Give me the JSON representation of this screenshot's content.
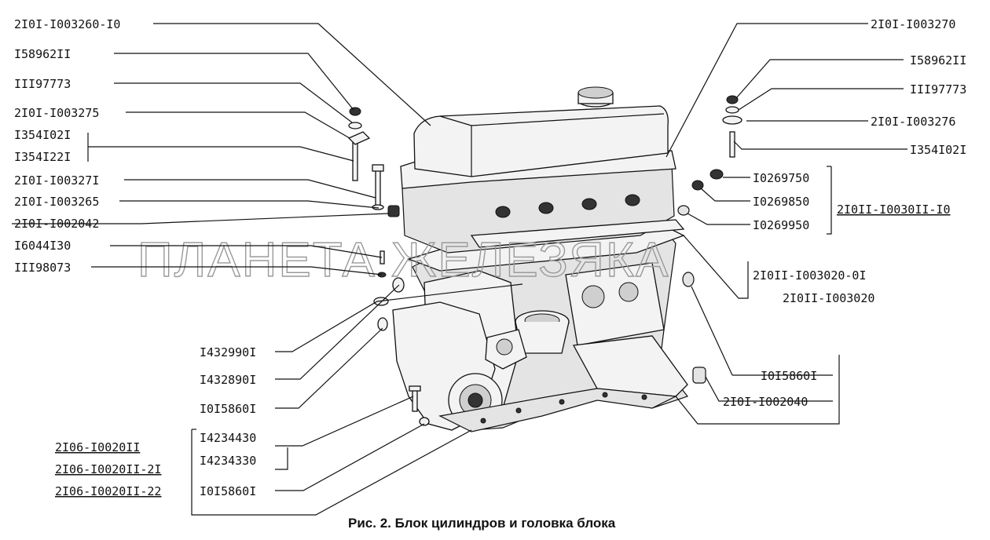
{
  "labels": {
    "l_2101_1003260_10": "2I0I-I003260-I0",
    "l_15896211_a": "I58962II",
    "l_11197773_a": "III97773",
    "l_2101_1003275": "2I0I-I003275",
    "l_1354102_1a": "I354I02I",
    "l_1354122_1": "I354I22I",
    "l_2101_1003271": "2I0I-I00327I",
    "l_2101_1003265": "2I0I-I003265",
    "l_2101_1002042": "2I0I-I002042",
    "l_16044130": "I6044I30",
    "l_11198073": "III98073",
    "l_2101_1003270": "2I0I-I003270",
    "l_15896211_b": "I58962II",
    "l_11197773_b": "III97773",
    "l_2101_1003276": "2I0I-I003276",
    "l_1354102_1b": "I354I02I",
    "l_10269750": "I0269750",
    "l_10269850": "I0269850",
    "l_10269950": "I0269950",
    "l_2101_1003011_10": "2I0II-I0030II-I0",
    "l_2101_1003020_01": "2I0II-I003020-0I",
    "l_2101_1003020": "2I0II-I003020",
    "l_14329901": "I432990I",
    "l_14328901": "I432890I",
    "l_10158601_a": "I0I5860I",
    "l_10158601_b": "I0I5860I",
    "l_2101_1002040": "2I0I-I002040",
    "l_14234430": "I4234430",
    "l_14234330": "I4234330",
    "l_10158601_c": "I0I5860I",
    "l_2106_1002011": "2I06-I0020II",
    "l_2106_1002011_21": "2I06-I0020II-2I",
    "l_2106_1002011_22": "2I06-I0020II-22"
  },
  "caption": "Рис. 2. Блок цилиндров и головка блока",
  "watermark": "ПЛАНЕТА ЖЕЛЕЗЯКА"
}
